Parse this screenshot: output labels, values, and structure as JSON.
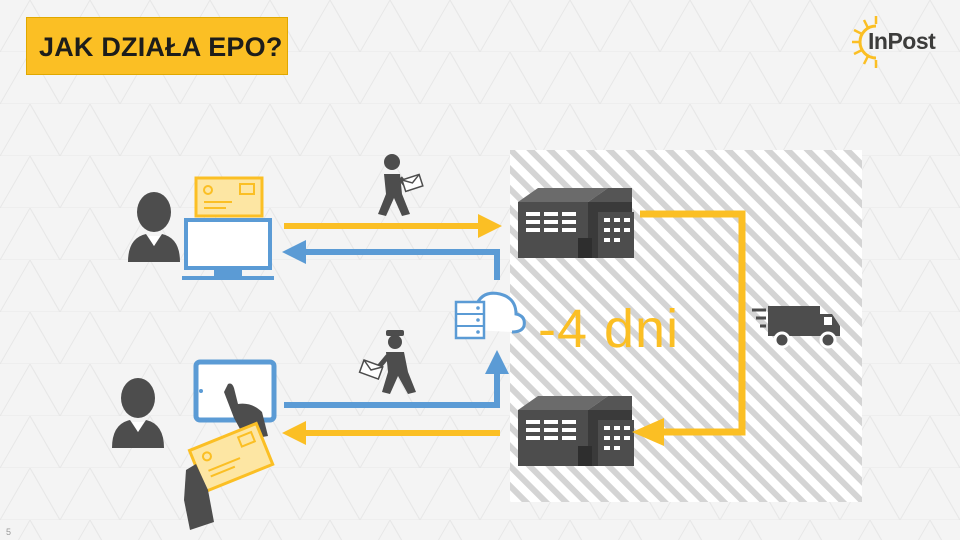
{
  "slide": {
    "title": "JAK DZIAŁA EPO?",
    "logo_text": "InPost",
    "days_label": "-4 dni",
    "page_number": "5"
  },
  "colors": {
    "yellow": "#fbbf24",
    "blue": "#5b9bd5",
    "icon_gray": "#4d4d4d",
    "background": "#f4f4f4"
  },
  "icons": [
    "person-icon",
    "envelope-icon",
    "computer-monitor-icon",
    "walking-courier-icon",
    "building-icon",
    "cloud-server-icon",
    "tablet-icon",
    "hand-with-envelope-icon",
    "postman-icon",
    "delivery-truck-icon",
    "sun-logo-icon"
  ]
}
